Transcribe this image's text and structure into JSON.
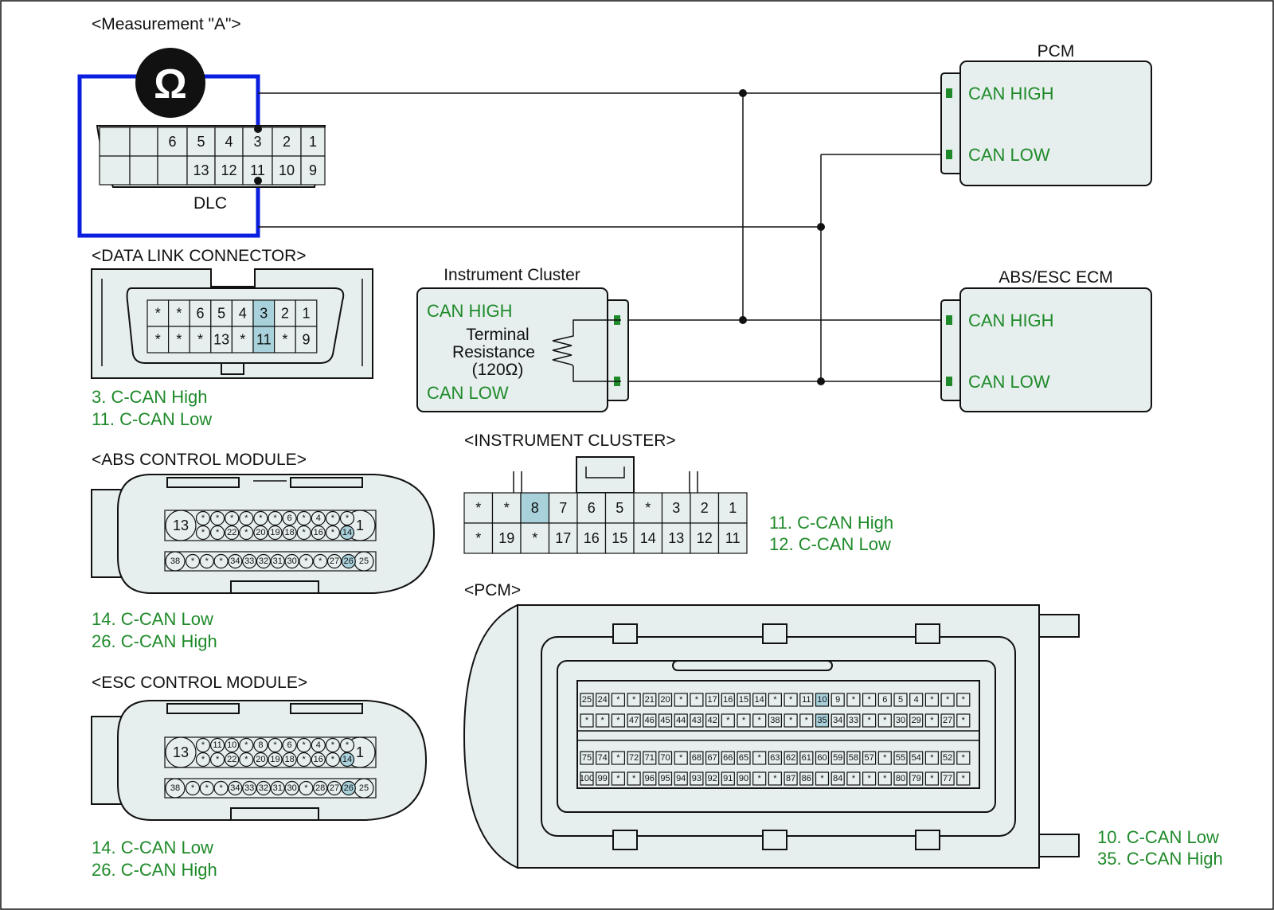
{
  "colors": {
    "can_text": "#1f8a2a",
    "highlight": "#a8d1db",
    "meter_loop": "#0a1ee0",
    "body": "#e6efee"
  },
  "measurement": {
    "title": "<Measurement \"A\">",
    "meter_icon": "ohm-meter-icon",
    "meter_symbol": "Ω"
  },
  "dlc": {
    "label": "DLC",
    "row1": [
      "",
      "",
      "6",
      "5",
      "4",
      "3",
      "2",
      "1"
    ],
    "row2": [
      "",
      "",
      "",
      "13",
      "12",
      "11",
      "10",
      "9"
    ]
  },
  "modules": {
    "pcm": {
      "title": "PCM",
      "high": "CAN HIGH",
      "low": "CAN LOW"
    },
    "abs_esc": {
      "title": "ABS/ESC ECM",
      "high": "CAN HIGH",
      "low": "CAN LOW"
    },
    "cluster": {
      "title": "Instrument Cluster",
      "high": "CAN HIGH",
      "low": "CAN LOW",
      "resistor_line1": "Terminal",
      "resistor_line2": "Resistance",
      "resistor_line3": "(120Ω)"
    }
  },
  "data_link_connector": {
    "title": "<DATA LINK CONNECTOR>",
    "row1": [
      "*",
      "*",
      "6",
      "5",
      "4",
      "3",
      "2",
      "1"
    ],
    "row2": [
      "*",
      "*",
      "*",
      "13",
      "*",
      "11",
      "*",
      "9"
    ],
    "highlight": [
      "3",
      "11"
    ],
    "legend": [
      "3. C-CAN High",
      "11. C-CAN Low"
    ]
  },
  "abs_module": {
    "title": "<ABS CONTROL MODULE>",
    "big_left": "13",
    "big_right": "1",
    "row1": [
      "*",
      "*",
      "*",
      "*",
      "*",
      "*",
      "6",
      "*",
      "4",
      "*",
      "*"
    ],
    "row2": [
      "*",
      "*",
      "22",
      "*",
      "20",
      "19",
      "18",
      "*",
      "16",
      "*",
      "14"
    ],
    "row3_left": "38",
    "row3": [
      "*",
      "*",
      "*",
      "34",
      "33",
      "32",
      "31",
      "30",
      "*",
      "*",
      "27",
      "26"
    ],
    "row3_right": "25",
    "highlight": [
      "14",
      "26"
    ],
    "legend": [
      "14. C-CAN Low",
      "26. C-CAN High"
    ]
  },
  "esc_module": {
    "title": "<ESC CONTROL MODULE>",
    "big_left": "13",
    "big_right": "1",
    "row1": [
      "*",
      "11",
      "10",
      "*",
      "8",
      "*",
      "6",
      "*",
      "4",
      "*",
      "*"
    ],
    "row2": [
      "*",
      "*",
      "22",
      "*",
      "20",
      "19",
      "18",
      "*",
      "16",
      "*",
      "14"
    ],
    "row3_left": "38",
    "row3": [
      "*",
      "*",
      "*",
      "34",
      "33",
      "32",
      "31",
      "30",
      "*",
      "28",
      "27",
      "26"
    ],
    "row3_right": "25",
    "highlight": [
      "14",
      "26"
    ],
    "legend": [
      "14. C-CAN Low",
      "26. C-CAN High"
    ]
  },
  "instrument_cluster": {
    "title": "<INSTRUMENT CLUSTER>",
    "row1": [
      "*",
      "*",
      "8",
      "7",
      "6",
      "5",
      "*",
      "3",
      "2",
      "1"
    ],
    "row2": [
      "*",
      "19",
      "*",
      "17",
      "16",
      "15",
      "14",
      "13",
      "12",
      "11"
    ],
    "highlight": [
      "8"
    ],
    "legend": [
      "11. C-CAN High",
      "12. C-CAN Low"
    ]
  },
  "pcm_connector": {
    "title": "<PCM>",
    "rows": [
      [
        "25",
        "24",
        "*",
        "*",
        "21",
        "20",
        "*",
        "*",
        "17",
        "16",
        "15",
        "14",
        "*",
        "*",
        "11",
        "10",
        "9",
        "*",
        "*",
        "6",
        "5",
        "4",
        "*",
        "*",
        "*"
      ],
      [
        "*",
        "*",
        "*",
        "47",
        "46",
        "45",
        "44",
        "43",
        "42",
        "*",
        "*",
        "*",
        "38",
        "*",
        "*",
        "35",
        "34",
        "33",
        "*",
        "*",
        "30",
        "29",
        "*",
        "27",
        "*"
      ],
      [
        "75",
        "74",
        "*",
        "72",
        "71",
        "70",
        "*",
        "68",
        "67",
        "66",
        "65",
        "*",
        "63",
        "62",
        "61",
        "60",
        "59",
        "58",
        "57",
        "*",
        "55",
        "54",
        "*",
        "52",
        "*"
      ],
      [
        "100",
        "99",
        "*",
        "*",
        "96",
        "95",
        "94",
        "93",
        "92",
        "91",
        "90",
        "*",
        "*",
        "87",
        "86",
        "*",
        "84",
        "*",
        "*",
        "*",
        "80",
        "79",
        "*",
        "77",
        "*"
      ]
    ],
    "highlight": [
      "10",
      "35"
    ],
    "legend": [
      "10. C-CAN Low",
      "35. C-CAN High"
    ]
  }
}
